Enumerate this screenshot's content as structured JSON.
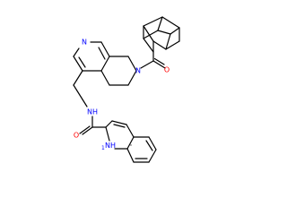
{
  "colors": {
    "background": "#ffffff",
    "bond": "#000000",
    "nitrogen": "#0000ff",
    "oxygen": "#ff0000"
  },
  "atoms": {
    "o_adamantyl_carbonyl": "O",
    "n_ring_amide": "N",
    "n_pyridine": "N",
    "nh_amide": "NH",
    "o_indole_carbonyl": "O",
    "nh_indole": "H",
    "nh_indole_n": "N",
    "nh_indole_sub": "1"
  }
}
